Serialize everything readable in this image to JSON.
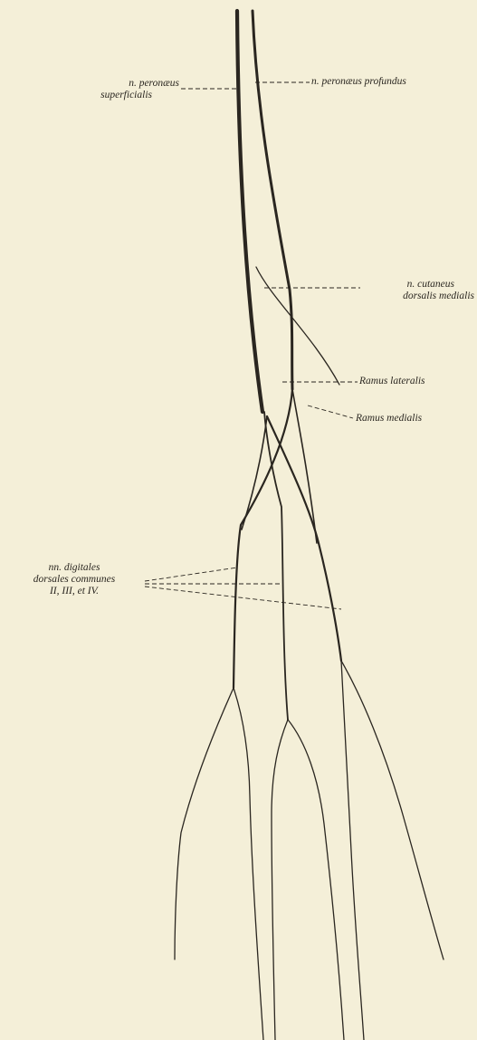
{
  "labels": {
    "superficialis_line1": "n. peronæus",
    "superficialis_line2": "superficialis",
    "profundus": "n. peronæus profundus",
    "cutaneus_line1": "n. cutaneus",
    "cutaneus_line2": "dorsalis medialis",
    "ramus_lateralis": "Ramus lateralis",
    "ramus_medialis": "Ramus medialis",
    "digitales_line1": "nn. digitales",
    "digitales_line2": "dorsales communes",
    "digitales_line3": "II, III, et IV."
  },
  "colors": {
    "background": "#f4efd8",
    "ink": "#2a2620"
  }
}
